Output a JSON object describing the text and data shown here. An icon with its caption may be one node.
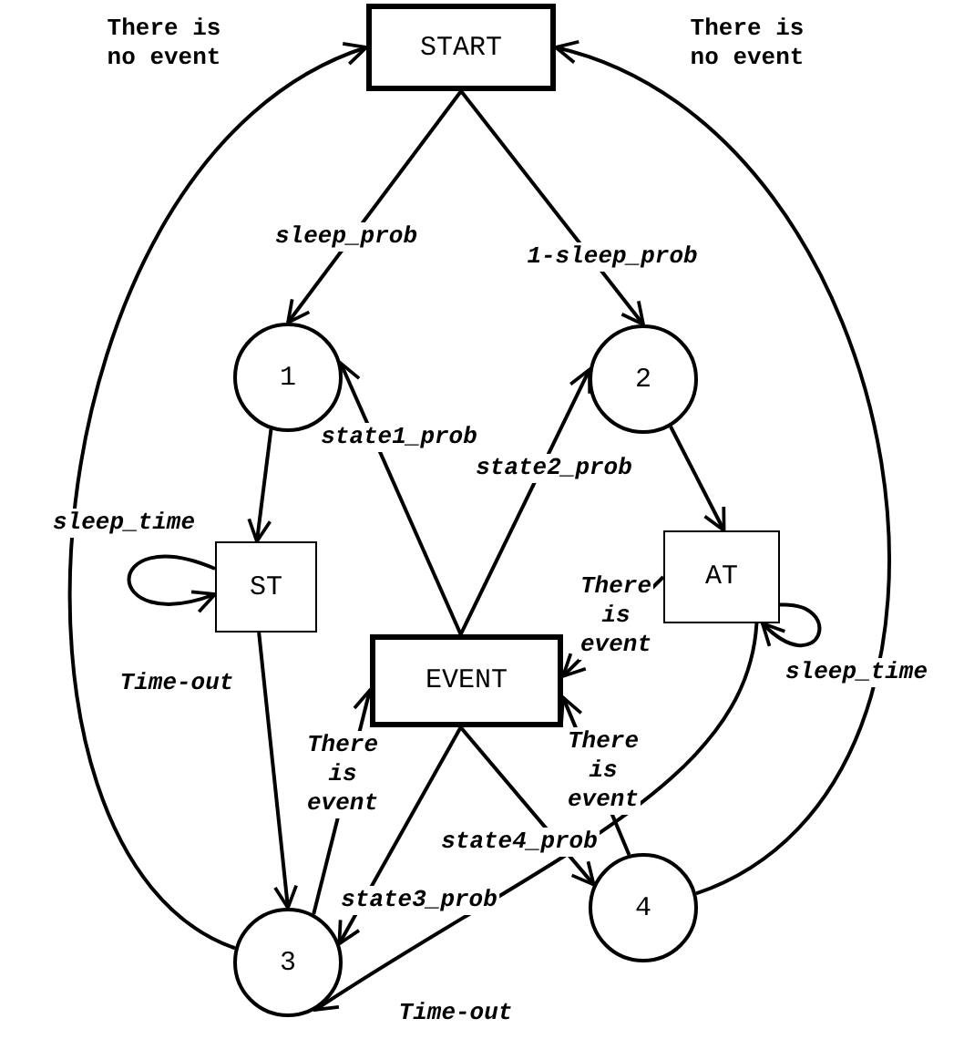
{
  "diagram": {
    "nodes": [
      {
        "text": [
          "START"
        ]
      },
      {
        "text": [
          "1"
        ]
      },
      {
        "text": [
          "2"
        ]
      },
      {
        "text": [
          "ST"
        ]
      },
      {
        "text": [
          "AT"
        ]
      },
      {
        "text": [
          "EVENT"
        ]
      },
      {
        "text": [
          "3"
        ]
      },
      {
        "text": [
          "4"
        ]
      }
    ],
    "edges": [
      {
        "from": 0,
        "to": 1,
        "arrow": "to",
        "label": "sleep_prob"
      },
      {
        "from": 0,
        "to": 2,
        "arrow": "to",
        "label": "1-sleep_prob"
      },
      {
        "from": 5,
        "to": 1,
        "arrow": "to",
        "label": "state1_prob"
      },
      {
        "from": 5,
        "to": 2,
        "arrow": "to",
        "label": "state2_prob"
      },
      {
        "from": 1,
        "to": 3,
        "arrow": "to"
      },
      {
        "from": 3,
        "to": 3,
        "arrow": "to",
        "label": "sleep_time"
      },
      {
        "from": 2,
        "to": 4,
        "arrow": "to"
      },
      {
        "from": 4,
        "to": 4,
        "arrow": "to",
        "label": "sleep_time"
      },
      {
        "from": 4,
        "to": 5,
        "arrow": "to",
        "label": "There is event"
      },
      {
        "from": 3,
        "to": 6,
        "arrow": "to",
        "label": "Time-out"
      },
      {
        "from": 6,
        "to": 5,
        "arrow": "to",
        "label": "There is event"
      },
      {
        "from": 5,
        "to": 6,
        "arrow": "to",
        "label": "state3_prob"
      },
      {
        "from": 5,
        "to": 7,
        "arrow": "to",
        "label": "state4_prob"
      },
      {
        "from": 7,
        "to": 5,
        "arrow": "to",
        "label": "There is event"
      },
      {
        "from": 4,
        "to": 6,
        "arrow": "to",
        "label": "Time-out"
      },
      {
        "from": 6,
        "to": 0,
        "arrow": "to",
        "label": "There is no event"
      },
      {
        "from": 7,
        "to": 0,
        "arrow": "to",
        "label": "There is no event"
      }
    ]
  }
}
